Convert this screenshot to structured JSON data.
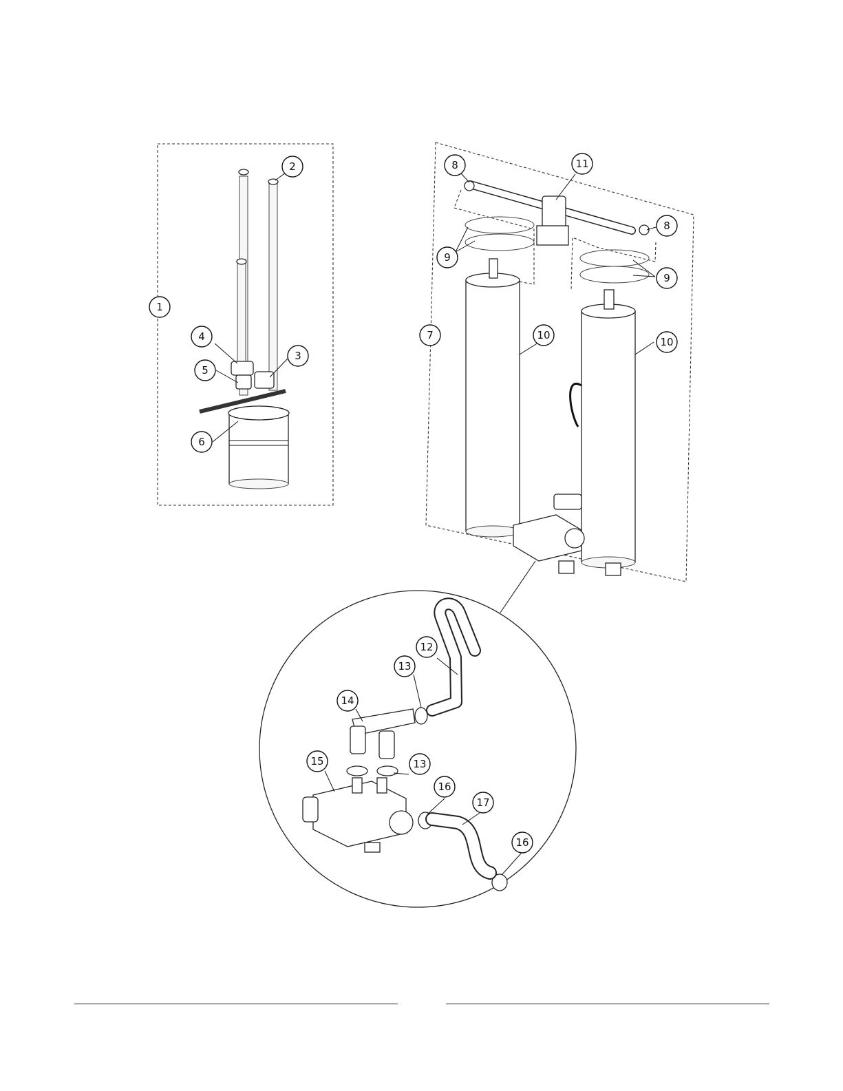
{
  "callouts": [
    {
      "id": "c1",
      "label": "1"
    },
    {
      "id": "c2",
      "label": "2"
    },
    {
      "id": "c3",
      "label": "3"
    },
    {
      "id": "c4",
      "label": "4"
    },
    {
      "id": "c5",
      "label": "5"
    },
    {
      "id": "c6",
      "label": "6"
    },
    {
      "id": "c7",
      "label": "7"
    },
    {
      "id": "c8a",
      "label": "8"
    },
    {
      "id": "c8b",
      "label": "8"
    },
    {
      "id": "c9a",
      "label": "9"
    },
    {
      "id": "c9b",
      "label": "9"
    },
    {
      "id": "c10a",
      "label": "10"
    },
    {
      "id": "c10b",
      "label": "10"
    },
    {
      "id": "c11",
      "label": "11"
    },
    {
      "id": "c12",
      "label": "12"
    },
    {
      "id": "c13a",
      "label": "13"
    },
    {
      "id": "c13b",
      "label": "13"
    },
    {
      "id": "c14",
      "label": "14"
    },
    {
      "id": "c15",
      "label": "15"
    },
    {
      "id": "c16a",
      "label": "16"
    },
    {
      "id": "c16b",
      "label": "16"
    },
    {
      "id": "c17",
      "label": "17"
    }
  ]
}
